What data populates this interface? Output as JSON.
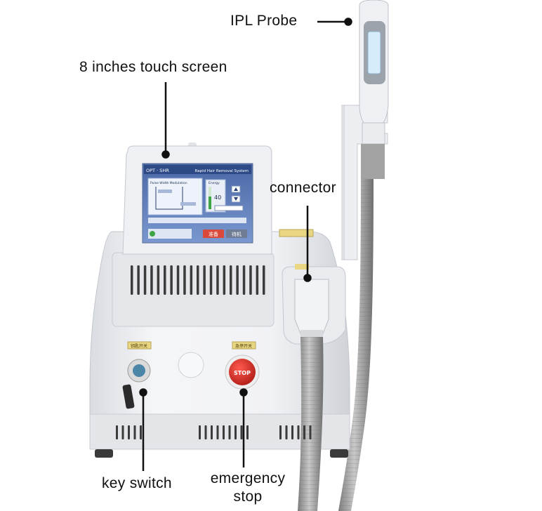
{
  "callouts": {
    "ipl_probe": "IPL Probe",
    "touch_screen": "8 inches touch screen",
    "connector": "connector",
    "key_switch": "key switch",
    "emergency_stop_line1": "emergency",
    "emergency_stop_line2": "stop"
  },
  "screen": {
    "brand": "OPT · SHR",
    "system_title": "Rapid Hair Removal System",
    "panel_title": "Pulse Width Modulation",
    "energy_label": "Energy",
    "energy_value": "40",
    "button_ready": "准备",
    "button_standby": "待机"
  },
  "device_labels": {
    "key_plate": "钥匙开关",
    "stop_plate": "急停开关",
    "stop_button": "STOP"
  },
  "colors": {
    "body": "#eef0f3",
    "screen_bg": "#6f8cc4",
    "stop_red": "#d8322b",
    "hose": "#9a9a9a",
    "callout_line": "#111111"
  }
}
